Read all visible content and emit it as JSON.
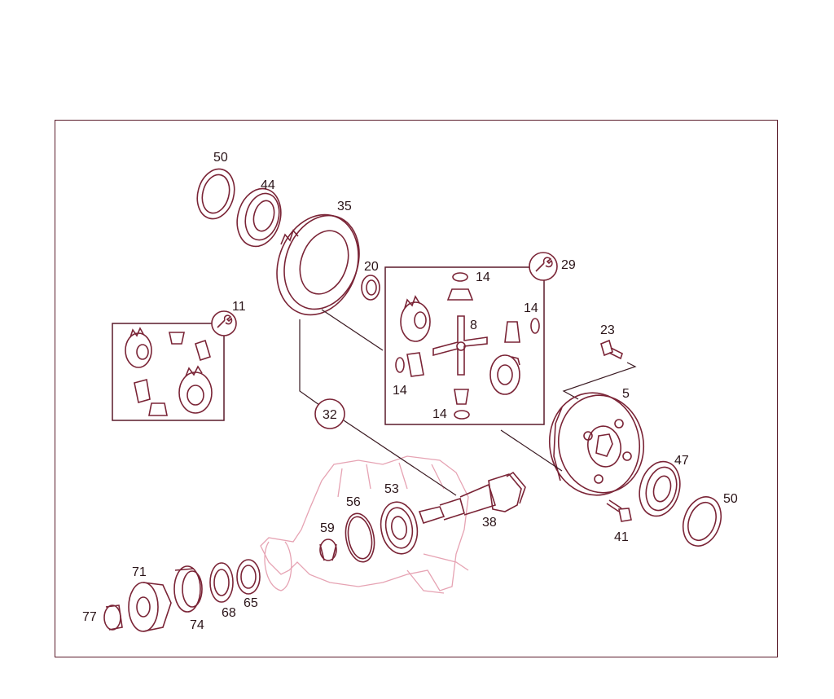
{
  "labels": {
    "p50a": "50",
    "p44": "44",
    "p35": "35",
    "p20": "20",
    "p29": "29",
    "p14a": "14",
    "p14b": "14",
    "p14c": "14",
    "p14d": "14",
    "p8": "8",
    "p11": "11",
    "p23": "23",
    "p5": "5",
    "p32": "32",
    "p47": "47",
    "p50b": "50",
    "p56": "56",
    "p53": "53",
    "p59": "59",
    "p38": "38",
    "p41": "41",
    "p71": "71",
    "p77": "77",
    "p74": "74",
    "p68": "68",
    "p65": "65"
  },
  "icons": {
    "wrench_11": "wrench-icon",
    "wrench_29": "wrench-icon"
  },
  "colors": {
    "line": "#7a2436",
    "faint": "#e6a3b3",
    "frame": "#5a1a2a",
    "text": "#2a1418"
  }
}
